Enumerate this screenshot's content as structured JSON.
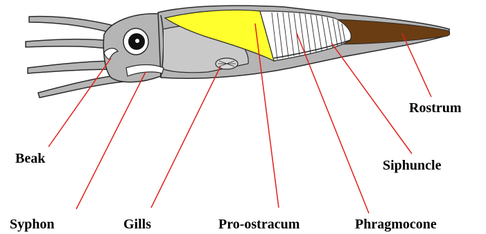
{
  "labels": {
    "beak": "Beak",
    "syphon": "Syphon",
    "gills": "Gills",
    "pro_ostracum": "Pro-ostracum",
    "phragmocone": "Phragmocone",
    "siphuncle": "Siphuncle",
    "rostrum": "Rostrum"
  },
  "colors": {
    "body": "#b5b5b5",
    "outline": "#2a2a2a",
    "pro_ostracum": "#ffff2e",
    "rostrum": "#6b3d12",
    "phragmocone": "#ffffff",
    "leader_line": "#e0201c",
    "label_text": "#000000"
  }
}
